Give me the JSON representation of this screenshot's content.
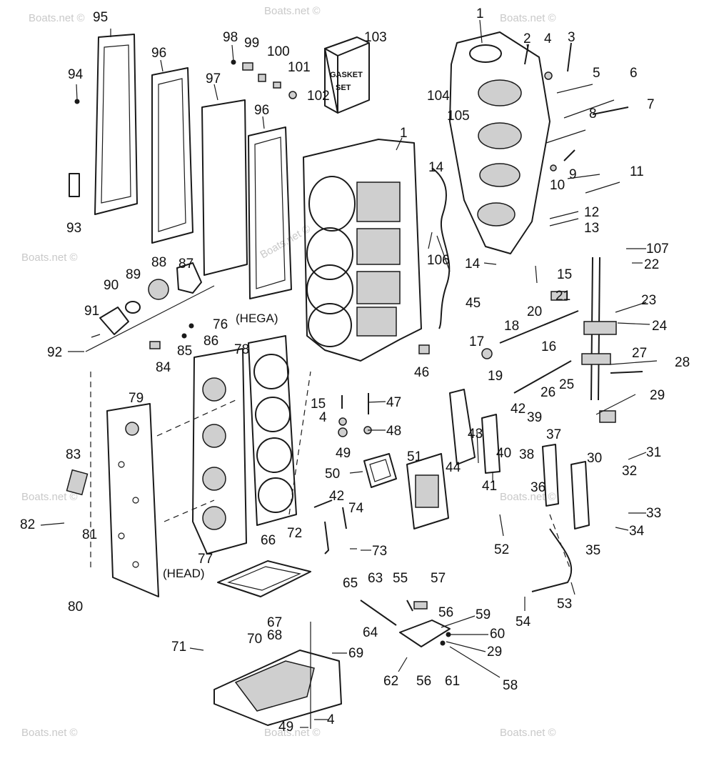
{
  "watermark": "Boats.net ©",
  "gasket_set_box": {
    "line1": "GASKET",
    "line2": "SET"
  },
  "captions": {
    "hega": "(HEGA)",
    "head": "(HEAD)"
  },
  "callouts": [
    "1",
    "2",
    "4",
    "3",
    "5",
    "6",
    "7",
    "8",
    "9",
    "10",
    "11",
    "12",
    "13",
    "14",
    "1",
    "14",
    "106",
    "45",
    "104",
    "105",
    "95",
    "96",
    "97",
    "96",
    "94",
    "93",
    "98",
    "99",
    "100",
    "101",
    "102",
    "103",
    "87",
    "88",
    "89",
    "90",
    "91",
    "92",
    "86",
    "85",
    "84",
    "76",
    "78",
    "107",
    "22",
    "15",
    "21",
    "23",
    "20",
    "18",
    "24",
    "17",
    "16",
    "27",
    "28",
    "19",
    "26",
    "25",
    "29",
    "42",
    "15",
    "47",
    "4",
    "48",
    "49",
    "46",
    "39",
    "43",
    "37",
    "44",
    "40",
    "38",
    "41",
    "31",
    "30",
    "32",
    "36",
    "33",
    "34",
    "35",
    "79",
    "83",
    "82",
    "81",
    "80",
    "77",
    "51",
    "50",
    "52",
    "42",
    "74",
    "72",
    "73",
    "66",
    "65",
    "63",
    "55",
    "57",
    "56",
    "59",
    "64",
    "60",
    "29",
    "62",
    "56",
    "61",
    "58",
    "67",
    "68",
    "69",
    "71",
    "70",
    "4",
    "49",
    "54",
    "53"
  ]
}
